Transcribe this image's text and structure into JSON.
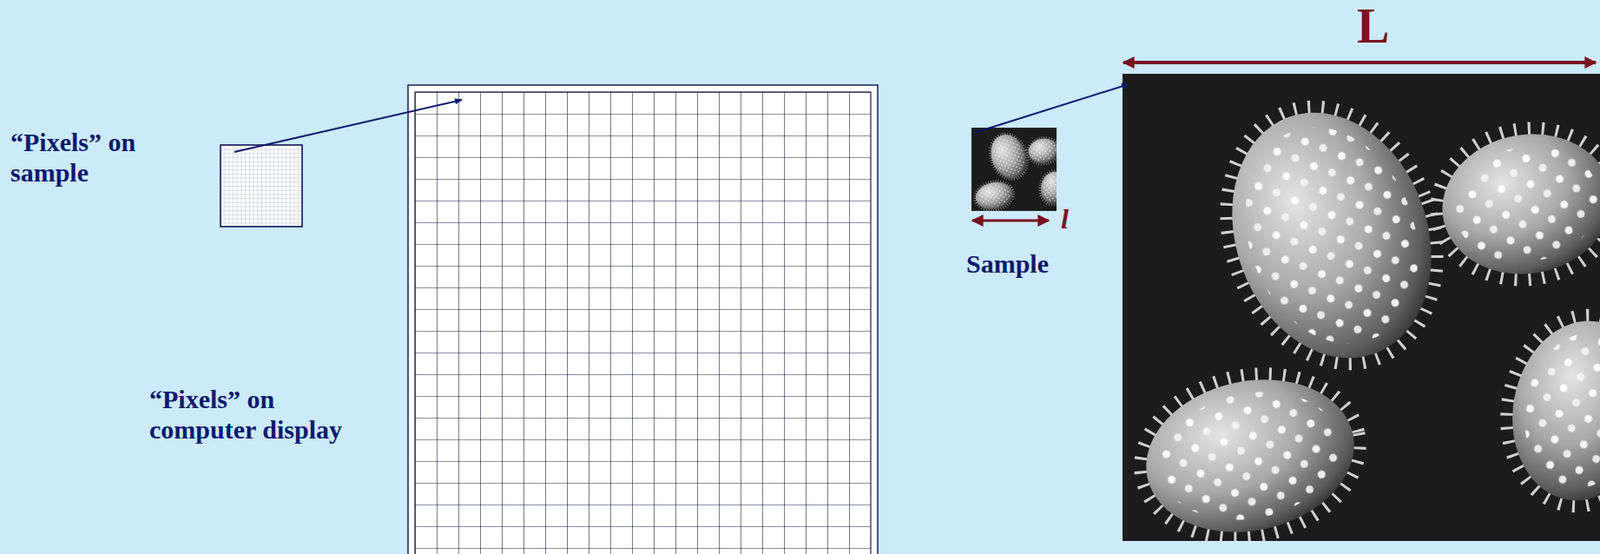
{
  "diagram": {
    "labels": [
      "“Pixels” on sample",
      "“Pixels” on computer display",
      "l",
      "Sample",
      "L"
    ]
  }
}
